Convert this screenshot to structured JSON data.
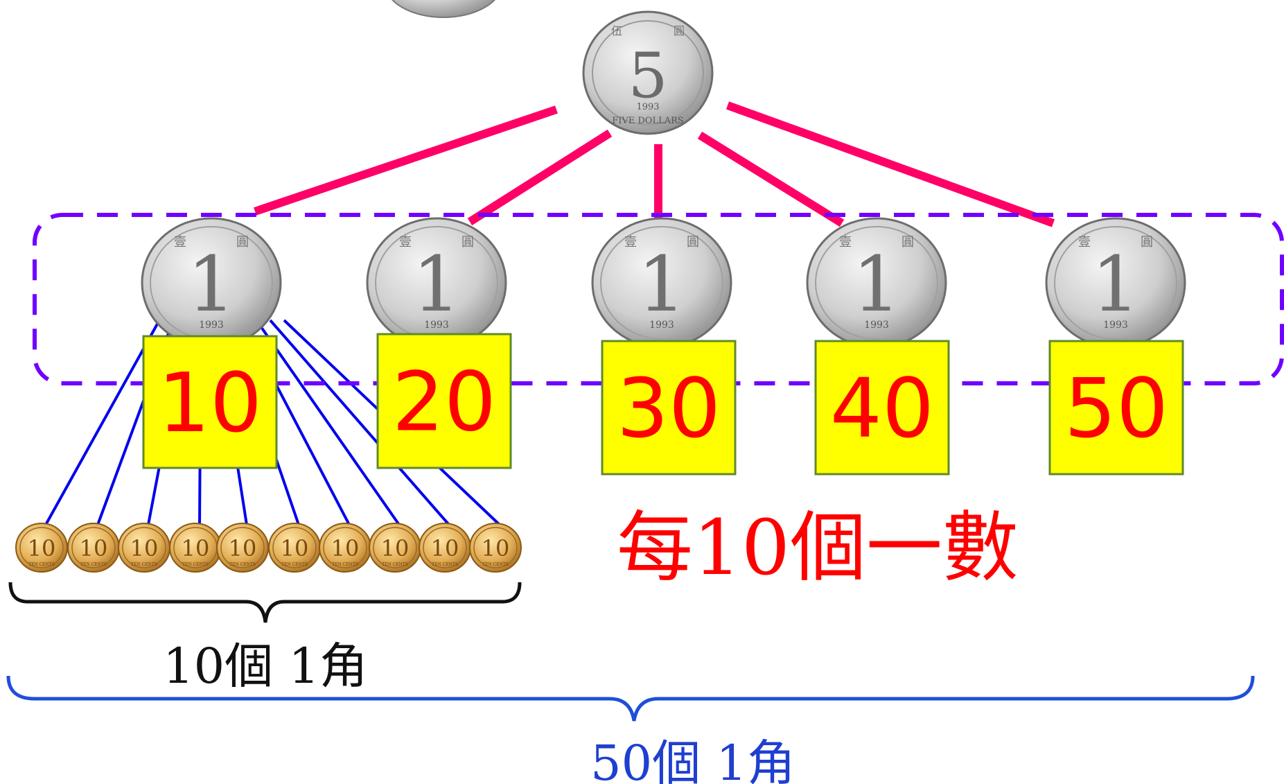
{
  "five_dollar_coin": {
    "value": "5",
    "year": "1993",
    "rim_text": "FIVE DOLLARS",
    "chars": [
      "伍",
      "圓"
    ]
  },
  "one_dollar_coin": {
    "value": "1",
    "year": "1993",
    "chars": [
      "壹",
      "圓"
    ]
  },
  "ten_cent_coin": {
    "value": "10",
    "rim_text": "TEN CENTS"
  },
  "count_boxes": [
    "10",
    "20",
    "30",
    "40",
    "50"
  ],
  "group_caption": "每10個一數",
  "small_brace_label": "10個 1角",
  "big_brace_label": "50個 1角",
  "colors": {
    "pink_connector": "#ff0066",
    "purple_dashed_group": "#7000ff",
    "blue_lines": "#0000ee",
    "yellow_box": "#ffff00",
    "box_text_red": "#ff0000",
    "caption_red": "#ff0000",
    "brace_blue": "#1f4fd8"
  }
}
